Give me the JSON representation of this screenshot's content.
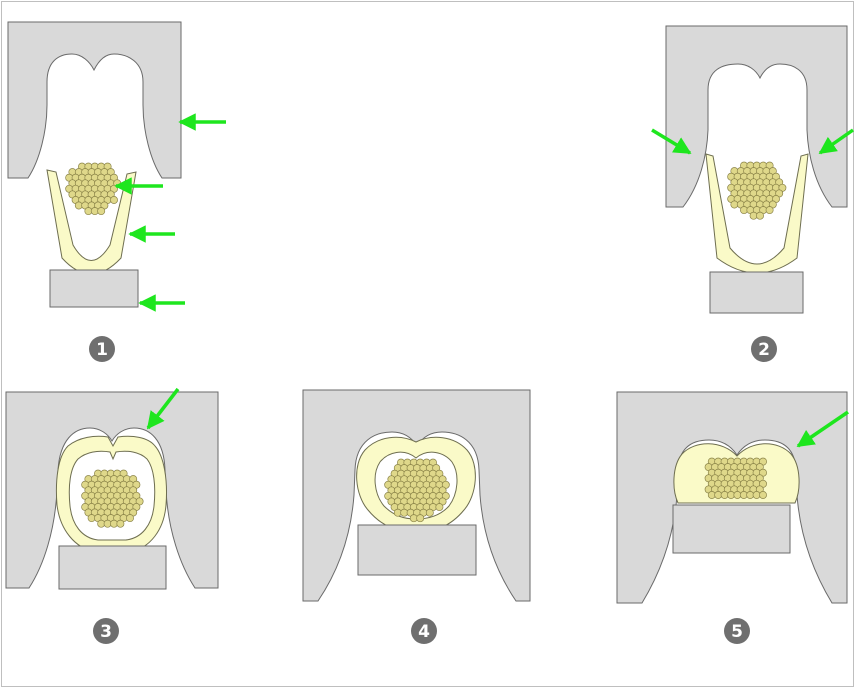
{
  "diagram": {
    "colors": {
      "die": "#d9d9d9",
      "die_stroke": "#6a6a6a",
      "terminal": "#fafac8",
      "terminal_stroke": "#6e6e50",
      "strand": "#dfd88a",
      "strand_stroke": "#8a8348",
      "arrow": "#1ee61e",
      "badge": "#6f6f6f",
      "badge_text": "#ffffff",
      "frame": "#bfbfbf"
    },
    "steps": [
      {
        "number": "1"
      },
      {
        "number": "2"
      },
      {
        "number": "3"
      },
      {
        "number": "4"
      },
      {
        "number": "5"
      }
    ]
  }
}
